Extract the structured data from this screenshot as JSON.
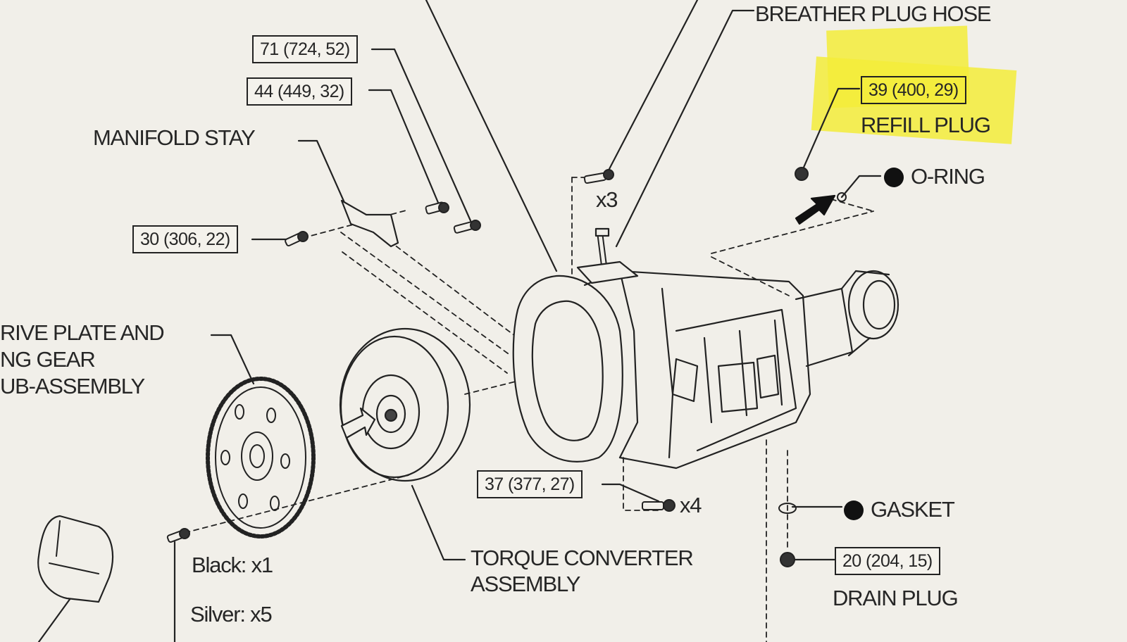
{
  "labels": {
    "breather_plug_hose": "BREATHER PLUG HOSE",
    "refill_plug": "REFILL PLUG",
    "o_ring": "O-RING",
    "manifold_stay": "MANIFOLD STAY",
    "drive_plate_line1": "RIVE PLATE AND",
    "drive_plate_line2": "NG GEAR",
    "drive_plate_line3": "UB-ASSEMBLY",
    "torque_converter_line1": "TORQUE CONVERTER",
    "torque_converter_line2": "ASSEMBLY",
    "gasket": "GASKET",
    "drain_plug": "DRAIN PLUG",
    "qty_x3": "x3",
    "qty_x4": "x4",
    "black_count": "Black: x1",
    "silver_count": "Silver: x5"
  },
  "torque_specs": {
    "spec_71": "71 (724, 52)",
    "spec_44": "44 (449, 32)",
    "spec_30": "30 (306, 22)",
    "spec_39": "39 (400, 29)",
    "spec_37": "37 (377, 27)",
    "spec_20": "20 (204, 15)"
  },
  "colors": {
    "highlight": "#f3ec3a",
    "line": "#222222",
    "paper": "#f1efe9"
  }
}
